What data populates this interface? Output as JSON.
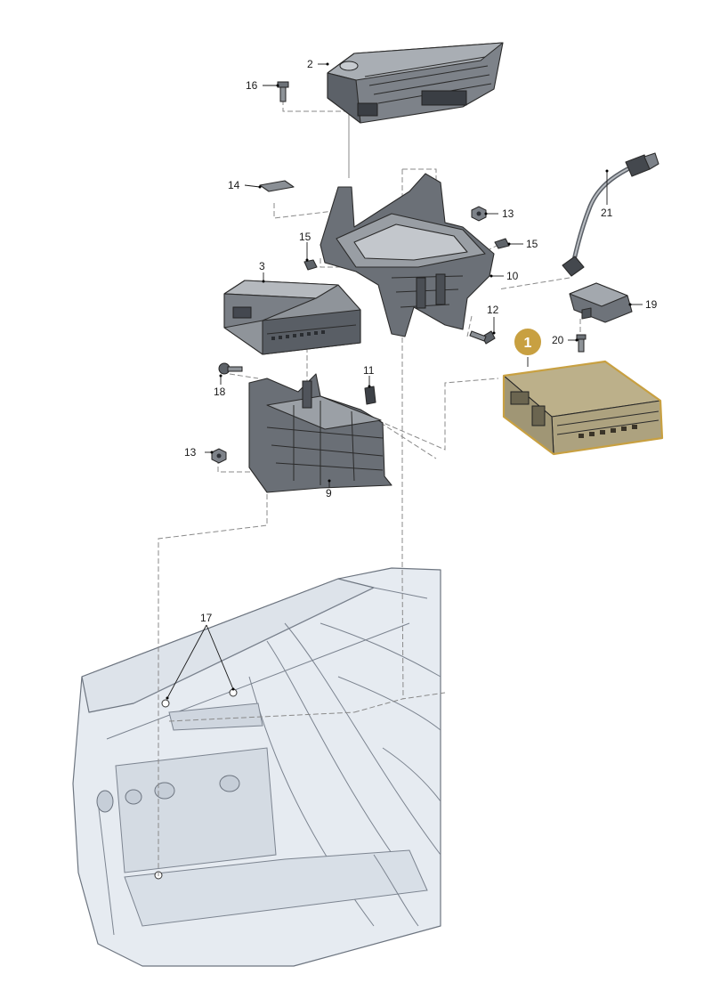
{
  "diagram": {
    "highlight": {
      "number": "1",
      "color": "#c8a041",
      "fill": "#bcb08a"
    },
    "callouts": [
      "2",
      "16",
      "14",
      "13",
      "15",
      "3",
      "10",
      "12",
      "19",
      "20",
      "21",
      "18",
      "11",
      "13",
      "9",
      "17"
    ]
  }
}
